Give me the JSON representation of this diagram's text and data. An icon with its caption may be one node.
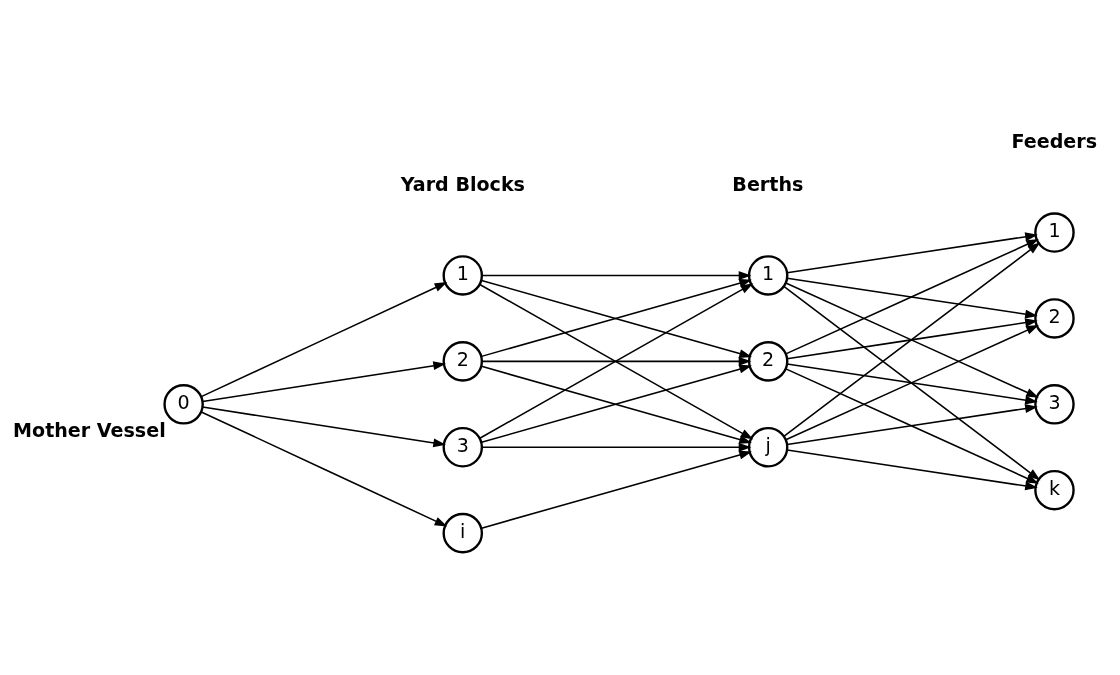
{
  "diagram": {
    "nodes": [
      {
        "text": [
          "0"
        ],
        "beside": [
          "Mother Vessel"
        ]
      },
      {
        "text": [
          "1"
        ]
      },
      {
        "text": [
          "2"
        ]
      },
      {
        "text": [
          "3"
        ]
      },
      {
        "text": [
          "i"
        ]
      },
      {
        "text": [
          "1"
        ]
      },
      {
        "text": [
          "2"
        ]
      },
      {
        "text": [
          "j"
        ]
      },
      {
        "text": [
          "1"
        ]
      },
      {
        "text": [
          "2"
        ]
      },
      {
        "text": [
          "3"
        ]
      },
      {
        "text": [
          "k"
        ]
      }
    ],
    "edges": [
      {
        "from": 0,
        "to": 1,
        "arrow": "to"
      },
      {
        "from": 0,
        "to": 2,
        "arrow": "to"
      },
      {
        "from": 0,
        "to": 3,
        "arrow": "to"
      },
      {
        "from": 0,
        "to": 4,
        "arrow": "to"
      },
      {
        "from": 1,
        "to": 5,
        "arrow": "to"
      },
      {
        "from": 1,
        "to": 6,
        "arrow": "to"
      },
      {
        "from": 1,
        "to": 7,
        "arrow": "to"
      },
      {
        "from": 2,
        "to": 5,
        "arrow": "to"
      },
      {
        "from": 2,
        "to": 6,
        "arrow": "to"
      },
      {
        "from": 2,
        "to": 7,
        "arrow": "to"
      },
      {
        "from": 3,
        "to": 5,
        "arrow": "to"
      },
      {
        "from": 3,
        "to": 6,
        "arrow": "to"
      },
      {
        "from": 3,
        "to": 7,
        "arrow": "to"
      },
      {
        "from": 4,
        "to": 7,
        "arrow": "to"
      },
      {
        "from": 5,
        "to": 8,
        "arrow": "to"
      },
      {
        "from": 5,
        "to": 9,
        "arrow": "to"
      },
      {
        "from": 5,
        "to": 10,
        "arrow": "to"
      },
      {
        "from": 5,
        "to": 11,
        "arrow": "to"
      },
      {
        "from": 6,
        "to": 8,
        "arrow": "to"
      },
      {
        "from": 6,
        "to": 9,
        "arrow": "to"
      },
      {
        "from": 6,
        "to": 10,
        "arrow": "to"
      },
      {
        "from": 6,
        "to": 11,
        "arrow": "to"
      },
      {
        "from": 7,
        "to": 8,
        "arrow": "to"
      },
      {
        "from": 7,
        "to": 9,
        "arrow": "to"
      },
      {
        "from": 7,
        "to": 10,
        "arrow": "to"
      },
      {
        "from": 7,
        "to": 11,
        "arrow": "to"
      }
    ],
    "labels": [
      "Yard Blocks",
      "Berths",
      "Feeders"
    ]
  }
}
